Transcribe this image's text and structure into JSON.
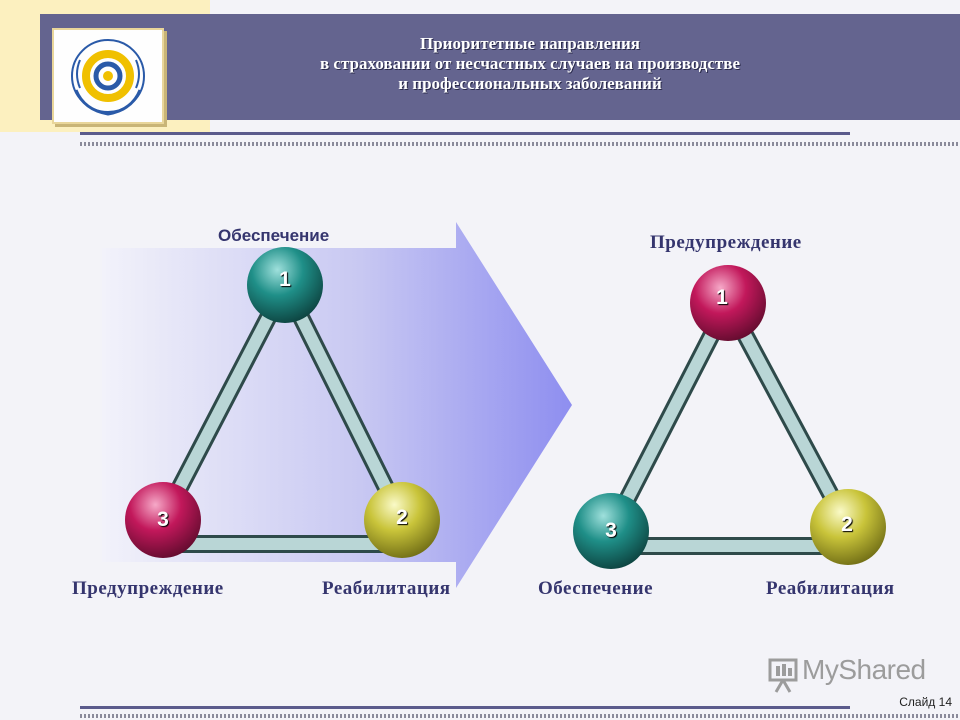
{
  "header": {
    "title_lines": [
      "Приоритетные направления",
      "в страховании от несчастных случаев на производстве",
      "и профессиональных заболеваний"
    ]
  },
  "left_triangle": {
    "node1": {
      "number": "1",
      "label": "Обеспечение"
    },
    "node2": {
      "number": "2",
      "label": "Реабилитация"
    },
    "node3": {
      "number": "3",
      "label": "Предупреждение"
    }
  },
  "right_triangle": {
    "node1": {
      "number": "1",
      "label": "Предупреждение"
    },
    "node2": {
      "number": "2",
      "label": "Реабилитация"
    },
    "node3": {
      "number": "3",
      "label": "Обеспечение"
    }
  },
  "footer": {
    "watermark": "MyShared",
    "slide_label": "Слайд",
    "slide_number": "14"
  },
  "colors": {
    "header_bg": "#64648f",
    "label_color": "#35356e",
    "ball_teal": "#1f8f88",
    "ball_magenta": "#c2185b",
    "ball_yellow": "#c9c43a"
  }
}
